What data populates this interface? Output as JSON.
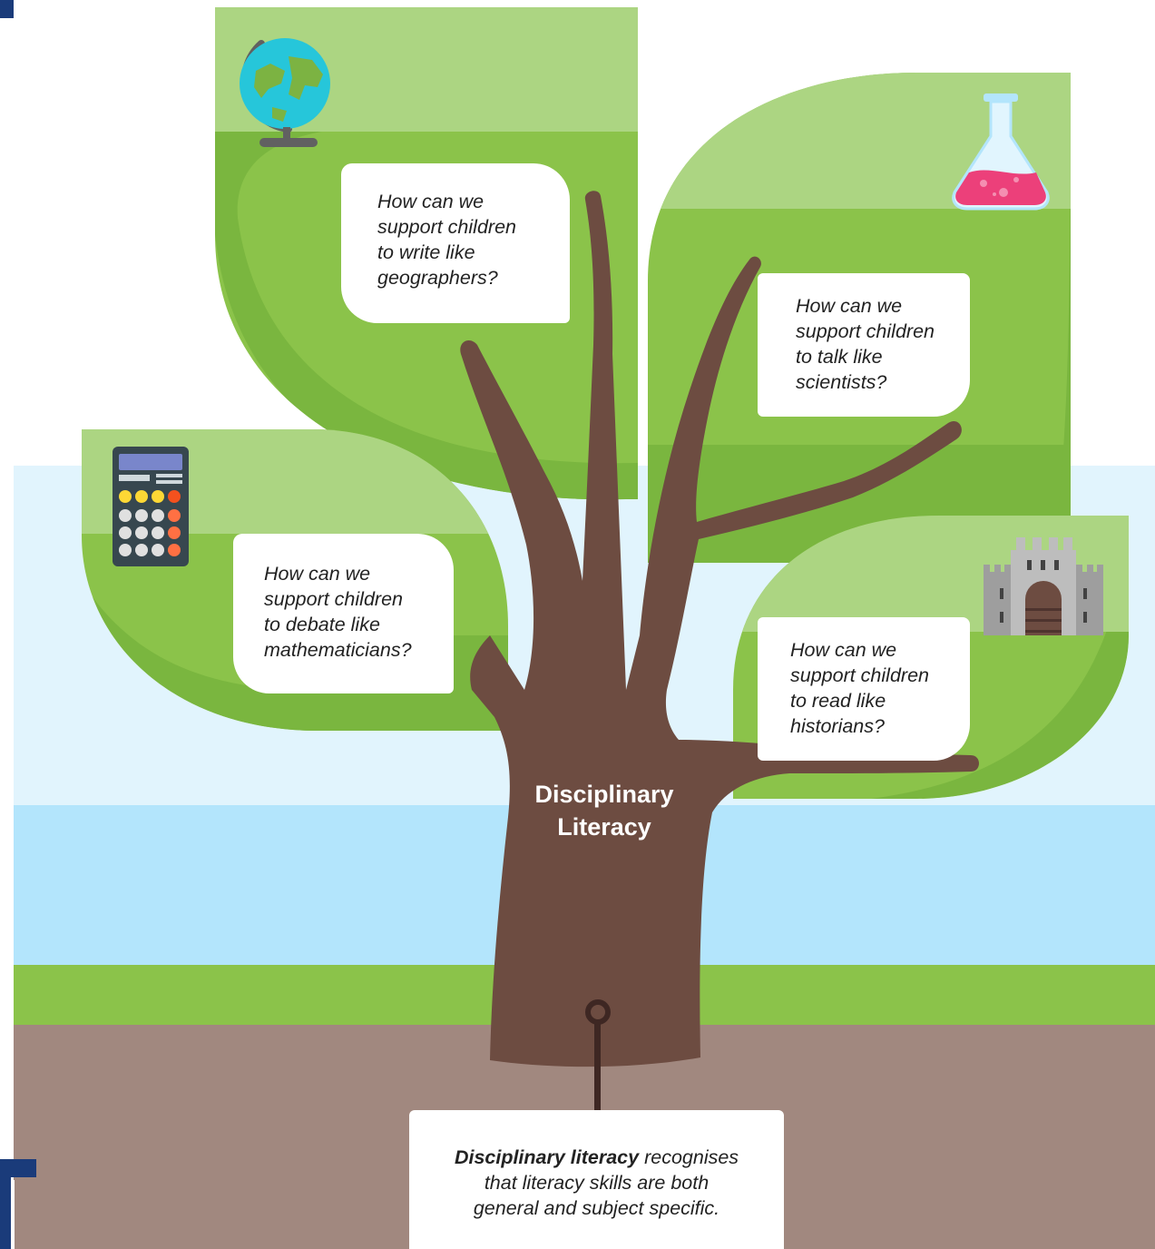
{
  "colors": {
    "leaf_light": "#acd582",
    "leaf_dark": "#8bc34a",
    "leaf_shadow": "#7ab63f",
    "trunk": "#6d4c41",
    "sky_pale": "#e1f4fd",
    "sky": "#b3e5fc",
    "grass": "#8bc34a",
    "soil": "#a1887f",
    "navy": "#1a3b7a"
  },
  "bubbles": {
    "geographers": "How can we\nsupport children\nto write like\ngeographers?",
    "scientists": "How can we\nsupport children\nto talk like\nscientists?",
    "mathematicians": "How can we\nsupport children\nto debate like\nmathematicians?",
    "historians": "How can we\nsupport children\nto read like\nhistorians?"
  },
  "icons": {
    "geography": "globe-icon",
    "science": "flask-icon",
    "maths": "calculator-icon",
    "history": "castle-icon"
  },
  "trunk_label": "Disciplinary\nLiteracy",
  "caption": {
    "bold": "Disciplinary literacy",
    "line1_rest": " recognises",
    "line2": "that literacy skills are both",
    "line3": "general and subject specific."
  }
}
